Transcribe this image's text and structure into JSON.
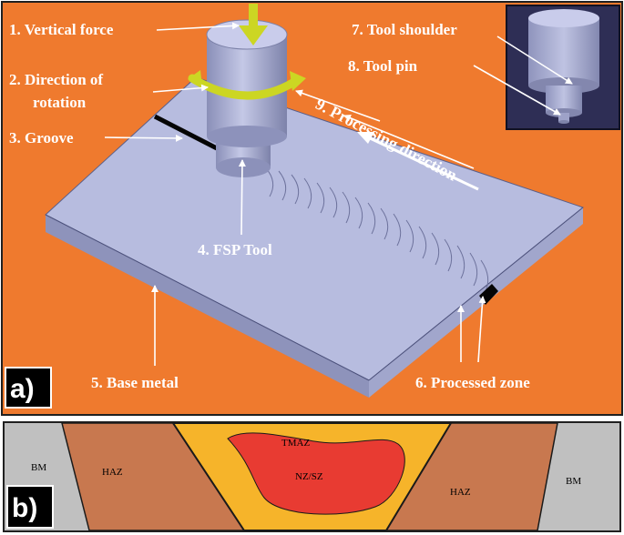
{
  "panel_a": {
    "tag": "a)",
    "labels": {
      "vertical_force": "1. Vertical force",
      "direction_line1": "2. Direction  of",
      "direction_line2": "rotation",
      "groove": "3. Groove",
      "fsp_tool": "4. FSP Tool",
      "base_metal": "5. Base metal",
      "processed_zone": "6. Processed zone",
      "tool_shoulder": "7. Tool shoulder",
      "tool_pin": "8. Tool pin",
      "processing_direction": "9. Processing direction"
    }
  },
  "panel_b": {
    "tag": "b)",
    "zones": {
      "bm_left": "BM",
      "haz_left": "HAZ",
      "tmaz": "TMAZ",
      "nz": "NZ/SZ",
      "haz_right": "HAZ",
      "bm_right": "BM"
    }
  },
  "colors": {
    "background": "#ef7a2e",
    "plate": "#b3b8dc",
    "bm": "#c3c3c3",
    "haz": "#c8784f",
    "tmaz": "#f6b42a",
    "nz": "#e83b32",
    "arrow_yellow": "#ccd623"
  }
}
